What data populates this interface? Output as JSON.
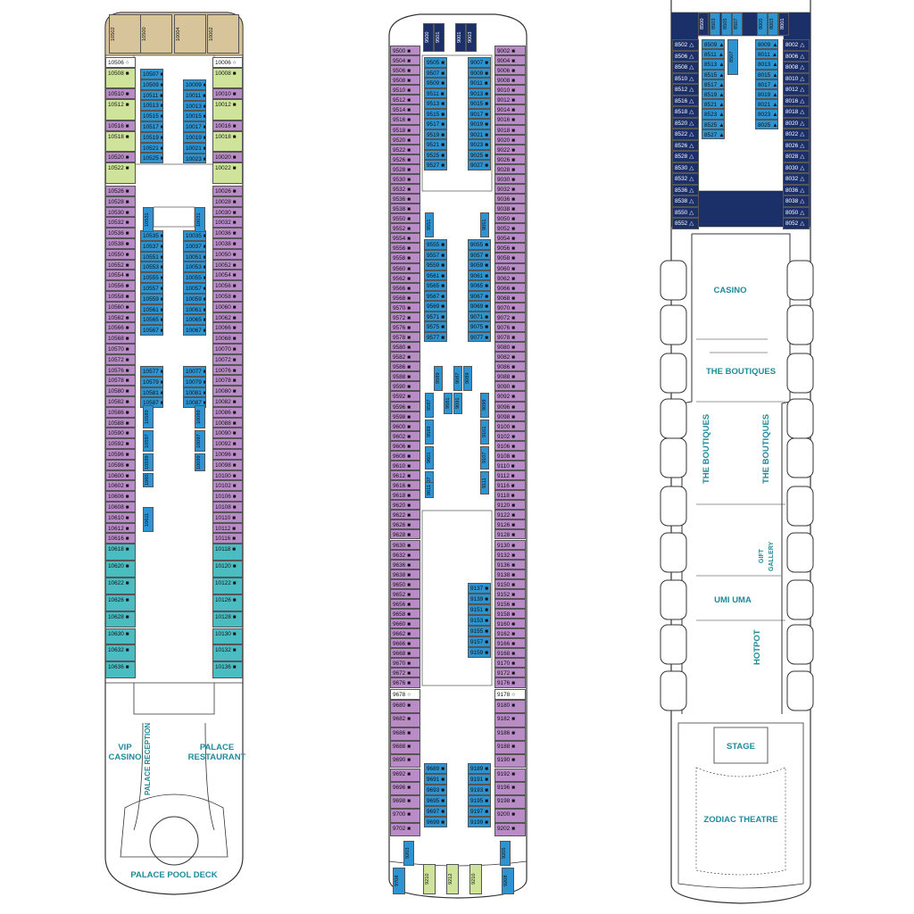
{
  "colors": {
    "purple": "#b98bc7",
    "blue": "#2e93d1",
    "green": "#cfe49a",
    "teal": "#4cbcc3",
    "tan": "#d8c49a",
    "navy": "#1b2f69",
    "label": "#1f8a9a",
    "outline": "#333333"
  },
  "deck10": {
    "labels": {
      "vip_casino": "VIP CASINO",
      "palace_reception": "PALACE RECEPTION",
      "palace_restaurant": "PALACE RESTAURANT",
      "palace_pool_deck": "PALACE POOL DECK"
    },
    "bow_cabins": [
      "10502",
      "10500",
      "10004",
      "10002"
    ],
    "left_top": [
      {
        "n": "10506",
        "c": "white",
        "i": "○"
      },
      {
        "n": "10508",
        "c": "green",
        "i": "■",
        "h": 2
      },
      {
        "n": "10510",
        "c": "purple",
        "i": "■"
      },
      {
        "n": "10512",
        "c": "green",
        "i": "■",
        "h": 2
      },
      {
        "n": "10516",
        "c": "purple",
        "i": "■"
      },
      {
        "n": "10518",
        "c": "green",
        "i": "■",
        "h": 2
      },
      {
        "n": "10520",
        "c": "purple",
        "i": "■"
      },
      {
        "n": "10522",
        "c": "green",
        "i": "■",
        "h": 2
      }
    ],
    "right_top": [
      {
        "n": "10006",
        "c": "white",
        "i": "○"
      },
      {
        "n": "10008",
        "c": "green",
        "i": "■",
        "h": 2
      },
      {
        "n": "10010",
        "c": "purple",
        "i": "■"
      },
      {
        "n": "10012",
        "c": "green",
        "i": "■",
        "h": 2
      },
      {
        "n": "10016",
        "c": "purple",
        "i": "■"
      },
      {
        "n": "10018",
        "c": "green",
        "i": "■",
        "h": 2
      },
      {
        "n": "10020",
        "c": "purple",
        "i": "■"
      },
      {
        "n": "10022",
        "c": "green",
        "i": "■",
        "h": 2
      }
    ],
    "left_purple": [
      "10526",
      "10528",
      "10530",
      "10532",
      "10536",
      "10538",
      "10550",
      "10552",
      "10554",
      "10556",
      "10558",
      "10560",
      "10562",
      "10566",
      "10568",
      "10570",
      "10572",
      "10576",
      "10578",
      "10580",
      "10582",
      "10586",
      "10588",
      "10590",
      "10592",
      "10596",
      "10598",
      "10600",
      "10602",
      "10606",
      "10608",
      "10610",
      "10612",
      "10616"
    ],
    "right_purple": [
      "10026",
      "10028",
      "10030",
      "10032",
      "10036",
      "10038",
      "10050",
      "10052",
      "10054",
      "10056",
      "10058",
      "10060",
      "10062",
      "10066",
      "10068",
      "10070",
      "10072",
      "10076",
      "10078",
      "10080",
      "10082",
      "10086",
      "10088",
      "10090",
      "10092",
      "10096",
      "10098",
      "10100",
      "10102",
      "10106",
      "10108",
      "10110",
      "10112",
      "10116"
    ],
    "left_teal": [
      "10618",
      "10620",
      "10622",
      "10626",
      "10628",
      "10630",
      "10632",
      "10636"
    ],
    "right_teal": [
      "10118",
      "10120",
      "10122",
      "10126",
      "10128",
      "10130",
      "10132",
      "10136"
    ],
    "inner_left_1": [
      "10507",
      "10509",
      "10511",
      "10513",
      "10515",
      "10517",
      "10519",
      "10521",
      "10525"
    ],
    "inner_right_1": [
      "10009",
      "10011",
      "10013",
      "10015",
      "10017",
      "10019",
      "10021",
      "10023"
    ],
    "inner_left_2": [
      "10535",
      "10537",
      "10551",
      "10553",
      "10555",
      "10557",
      "10559",
      "10561",
      "10565",
      "10567"
    ],
    "inner_right_2": [
      "10035",
      "10037",
      "10051",
      "10053",
      "10055",
      "10057",
      "10059",
      "10061",
      "10065",
      "10067"
    ],
    "inner_left_3": [
      "10577",
      "10579",
      "10581",
      "10587"
    ],
    "inner_right_3": [
      "10077",
      "10079",
      "10081",
      "10087"
    ],
    "vert_left": [
      "10531",
      "10589",
      "10597",
      "10599",
      "10603",
      "10611"
    ],
    "vert_right": [
      "10031",
      "10089",
      "10097",
      "10099"
    ]
  },
  "deck9": {
    "bow_cabins": [
      "9500",
      "9501",
      "9001",
      "9003"
    ],
    "stern_cabins": [
      "9203",
      "9210",
      "9212",
      "9210",
      "9708",
      "9208",
      "9205"
    ],
    "left_purple": [
      "9500",
      "9504",
      "9506",
      "9508",
      "9510",
      "9512",
      "9514",
      "9516",
      "9518",
      "9520",
      "9522",
      "9526",
      "9528",
      "9530",
      "9532",
      "9536",
      "9538",
      "9550",
      "9552",
      "9554",
      "9556",
      "9558",
      "9560",
      "9562",
      "9566",
      "9568",
      "9570",
      "9572",
      "9576",
      "9578",
      "9580",
      "9582",
      "9586",
      "9588",
      "9590",
      "9592",
      "9596",
      "9598",
      "9600",
      "9602",
      "9606",
      "9608",
      "9610",
      "9612",
      "9616",
      "9618",
      "9620",
      "9622",
      "9626",
      "9628",
      "9630",
      "9632",
      "9636",
      "9638",
      "9650",
      "9652",
      "9656",
      "9658",
      "9660",
      "9662",
      "9666",
      "9668",
      "9670",
      "9672",
      "9676"
    ],
    "left_purple_b": [
      "9680",
      "9682",
      "9686",
      "9688",
      "9690",
      "9692",
      "9696",
      "9698",
      "9700",
      "9702"
    ],
    "right_purple": [
      "9002",
      "9004",
      "9006",
      "9008",
      "9010",
      "9012",
      "9014",
      "9016",
      "9018",
      "9020",
      "9022",
      "9026",
      "9028",
      "9030",
      "9032",
      "9036",
      "9038",
      "9050",
      "9052",
      "9054",
      "9056",
      "9058",
      "9060",
      "9062",
      "9066",
      "9068",
      "9070",
      "9072",
      "9076",
      "9078",
      "9080",
      "9082",
      "9086",
      "9088",
      "9090",
      "9092",
      "9096",
      "9098",
      "9100",
      "9102",
      "9106",
      "9108",
      "9110",
      "9112",
      "9116",
      "9118",
      "9120",
      "9122",
      "9126",
      "9128",
      "9130",
      "9132",
      "9136",
      "9138",
      "9150",
      "9152",
      "9156",
      "9158",
      "9160",
      "9162",
      "9166",
      "9168",
      "9170",
      "9172",
      "9176"
    ],
    "right_purple_b": [
      "9180",
      "9182",
      "9186",
      "9188",
      "9190",
      "9192",
      "9196",
      "9198",
      "9200",
      "9202"
    ],
    "ring_left": "9678",
    "ring_right": "9178",
    "inner_left_1": [
      "9505",
      "9507",
      "9509",
      "9511",
      "9513",
      "9515",
      "9517",
      "9519",
      "9521",
      "9525",
      "9527"
    ],
    "inner_right_1": [
      "9007",
      "9009",
      "9011",
      "9013",
      "9015",
      "9017",
      "9019",
      "9021",
      "9023",
      "9025",
      "9027"
    ],
    "inner_left_2": [
      "9555",
      "9557",
      "9559",
      "9561",
      "9565",
      "9567",
      "9569",
      "9571",
      "9575",
      "9577"
    ],
    "inner_right_2": [
      "9055",
      "9057",
      "9059",
      "9061",
      "9065",
      "9067",
      "9069",
      "9071",
      "9075",
      "9077"
    ],
    "inner_right_3": [
      "9137",
      "9139",
      "9151",
      "9153",
      "9155",
      "9157",
      "9159"
    ],
    "inner_left_4": [
      "9689",
      "9691",
      "9693",
      "9695",
      "9697",
      "9699"
    ],
    "inner_right_4": [
      "9189",
      "9191",
      "9193",
      "9195",
      "9197",
      "9199"
    ],
    "vert_left": [
      "9551",
      "9587",
      "9599",
      "9601",
      "9607",
      "9611"
    ],
    "vert_right": [
      "9051",
      "9099",
      "9101",
      "9107",
      "9111"
    ],
    "vert_mid": [
      "9589",
      "9581",
      "9087",
      "9089",
      "9091"
    ]
  },
  "deck8": {
    "labels": {
      "casino": "CASINO",
      "boutiques_top": "THE BOUTIQUES",
      "boutiques_left": "THE BOUTIQUES",
      "boutiques_right": "THE BOUTIQUES",
      "gift_gallery": "GIFT GALLERY",
      "umi_uma": "UMI UMA",
      "hotpot": "HOTPOT",
      "stage": "STAGE",
      "zodiac_theatre": "ZODIAC THEATRE"
    },
    "bow_cabins": [
      "8500",
      "8503",
      "8505",
      "8507",
      "8005",
      "8003",
      "8001"
    ],
    "left_navy": [
      "8502",
      "8506",
      "8508",
      "8510",
      "8512",
      "8516",
      "8518",
      "8520",
      "8522",
      "8526",
      "8528",
      "8530",
      "8532",
      "8536",
      "8538",
      "8550",
      "8552"
    ],
    "right_navy": [
      "8002",
      "8006",
      "8008",
      "8010",
      "8012",
      "8016",
      "8018",
      "8020",
      "8022",
      "8026",
      "8028",
      "8030",
      "8032",
      "8036",
      "8038",
      "8050",
      "8052"
    ],
    "inner_left": [
      "8509",
      "8511",
      "8513",
      "8515",
      "8517",
      "8519",
      "8521",
      "8523",
      "8525",
      "8527"
    ],
    "inner_right": [
      "8009",
      "8011",
      "8013",
      "8015",
      "8017",
      "8019",
      "8021",
      "8023",
      "8025"
    ],
    "inner_vert": [
      "8507"
    ]
  }
}
